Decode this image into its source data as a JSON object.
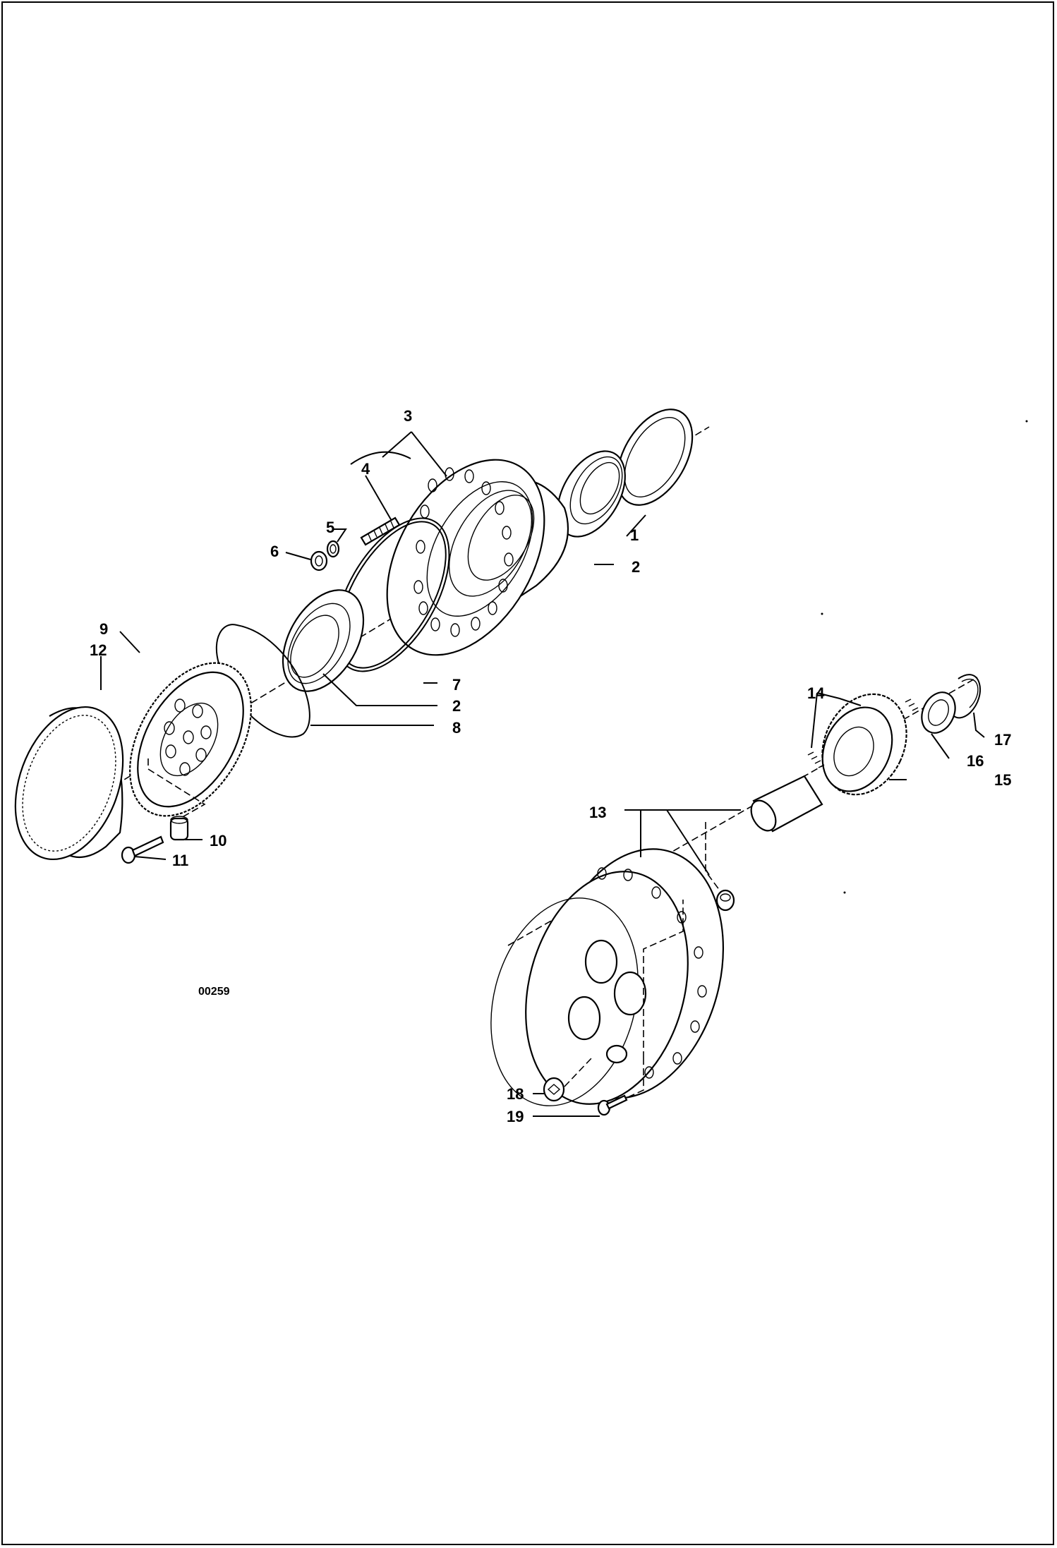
{
  "drawing": {
    "reference_code": "00259",
    "callouts": [
      {
        "id": "c1",
        "text": "1"
      },
      {
        "id": "c2a",
        "text": "2"
      },
      {
        "id": "c3",
        "text": "3"
      },
      {
        "id": "c4",
        "text": "4"
      },
      {
        "id": "c5",
        "text": "5"
      },
      {
        "id": "c6",
        "text": "6"
      },
      {
        "id": "c7",
        "text": "7"
      },
      {
        "id": "c2b",
        "text": "2"
      },
      {
        "id": "c8",
        "text": "8"
      },
      {
        "id": "c9",
        "text": "9"
      },
      {
        "id": "c12",
        "text": "12"
      },
      {
        "id": "c10",
        "text": "10"
      },
      {
        "id": "c11",
        "text": "11"
      },
      {
        "id": "c14",
        "text": "14"
      },
      {
        "id": "c17",
        "text": "17"
      },
      {
        "id": "c16",
        "text": "16"
      },
      {
        "id": "c15",
        "text": "15"
      },
      {
        "id": "c13",
        "text": "13"
      },
      {
        "id": "c18",
        "text": "18"
      },
      {
        "id": "c19",
        "text": "19"
      }
    ]
  }
}
